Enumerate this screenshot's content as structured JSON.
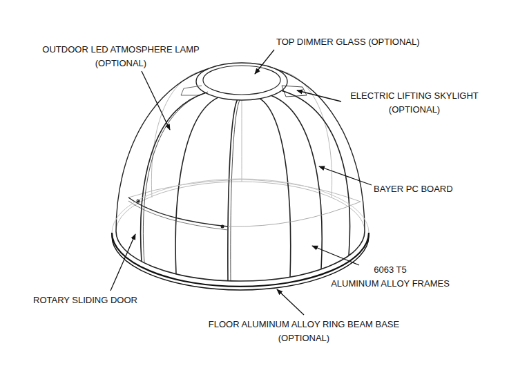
{
  "diagram": {
    "labels": [
      "TOP DIMMER GLASS (OPTIONAL)",
      "OUTDOOR LED ATMOSPHERE LAMP (OPTIONAL)",
      "ELECTRIC LIFTING SKYLIGHT (OPTIONAL)",
      "BAYER PC BOARD",
      "6063 T5 ALUMINUM ALLOY FRAMES",
      "ROTARY SLIDING DOOR",
      "FLOOR ALUMINUM ALLOY RING BEAM BASE (OPTIONAL)"
    ]
  }
}
